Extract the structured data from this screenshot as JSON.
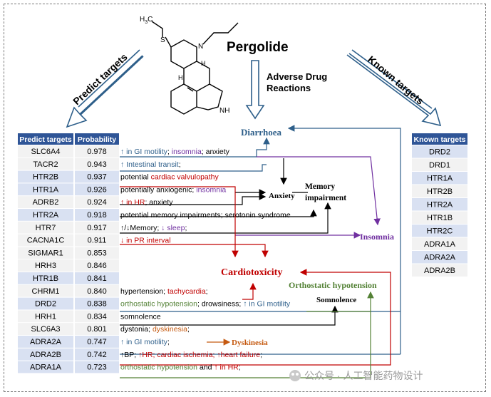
{
  "drug": {
    "name": "Pergolide",
    "formula_labels": {
      "h3c": "H",
      "h3c_sub": "3",
      "h3c_c": "C",
      "s": "S",
      "n": "N",
      "h": "H",
      "nh": "NH"
    }
  },
  "labels": {
    "predict_targets_arrow": "Predict targets",
    "known_targets_arrow": "Known targets",
    "adr_line1": "Adverse Drug",
    "adr_line2": "Reactions"
  },
  "predict_table": {
    "headers": [
      "Predict targets",
      "Probability"
    ],
    "rows": [
      {
        "target": "SLC6A4",
        "prob": "0.978",
        "shade": false
      },
      {
        "target": "TACR2",
        "prob": "0.943",
        "shade": false
      },
      {
        "target": "HTR2B",
        "prob": "0.937",
        "shade": true
      },
      {
        "target": "HTR1A",
        "prob": "0.926",
        "shade": true
      },
      {
        "target": "ADRB2",
        "prob": "0.924",
        "shade": false
      },
      {
        "target": "HTR2A",
        "prob": "0.918",
        "shade": true
      },
      {
        "target": "HTR7",
        "prob": "0.917",
        "shade": false
      },
      {
        "target": "CACNA1C",
        "prob": "0.911",
        "shade": false
      },
      {
        "target": "SIGMAR1",
        "prob": "0.853",
        "shade": false
      },
      {
        "target": "HRH3",
        "prob": "0.846",
        "shade": false
      },
      {
        "target": "HTR1B",
        "prob": "0.841",
        "shade": true
      },
      {
        "target": "CHRM1",
        "prob": "0.840",
        "shade": false
      },
      {
        "target": "DRD2",
        "prob": "0.838",
        "shade": true
      },
      {
        "target": "HRH1",
        "prob": "0.834",
        "shade": false
      },
      {
        "target": "SLC6A3",
        "prob": "0.801",
        "shade": false
      },
      {
        "target": "ADRA2A",
        "prob": "0.747",
        "shade": true
      },
      {
        "target": "ADRA2B",
        "prob": "0.742",
        "shade": true
      },
      {
        "target": "ADRA1A",
        "prob": "0.723",
        "shade": true
      }
    ]
  },
  "known_table": {
    "header": "Known targets",
    "rows": [
      "DRD2",
      "DRD1",
      "HTR1A",
      "HTR2B",
      "HTR2A",
      "HTR1B",
      "HTR2C",
      "ADRA1A",
      "ADRA2A",
      "ADRA2B"
    ]
  },
  "effects": {
    "diarrhoea": "Diarrhoea",
    "anxiety": "Anxiety",
    "memory_line1": "Memory",
    "memory_line2": "impairment",
    "insomnia": "Insomnia",
    "cardiotoxicity": "Cardiotoxicity",
    "orthostatic": "Orthostatic hypotension",
    "somnolence": "Somnolence",
    "dyskinesia": "Dyskinesia"
  },
  "annotations": [
    [
      {
        "t": "↑ in GI motility",
        "c": "blue"
      },
      {
        "t": ";  ",
        "c": "black"
      },
      {
        "t": "insomnia",
        "c": "purple"
      },
      {
        "t": "; anxiety",
        "c": "black"
      }
    ],
    [
      {
        "t": "↑ Intestinal transit",
        "c": "blue"
      },
      {
        "t": ";",
        "c": "black"
      }
    ],
    [
      {
        "t": "potential ",
        "c": "black"
      },
      {
        "t": "cardiac valvulopathy",
        "c": "red"
      }
    ],
    [
      {
        "t": "potentially anxiogenic; ",
        "c": "black"
      },
      {
        "t": "insomnia",
        "c": "purple"
      }
    ],
    [
      {
        "t": "↑ in HR",
        "c": "red"
      },
      {
        "t": "; anxiety",
        "c": "black"
      }
    ],
    [
      {
        "t": "potential memory impairments; serotonin syndrome",
        "c": "black"
      }
    ],
    [
      {
        "t": "↑/↓Memory; ",
        "c": "black"
      },
      {
        "t": "↓ sleep",
        "c": "purple"
      },
      {
        "t": ";",
        "c": "black"
      }
    ],
    [
      {
        "t": "↓ in PR interval",
        "c": "red"
      }
    ],
    [],
    [],
    [],
    [
      {
        "t": "hypertension; ",
        "c": "black"
      },
      {
        "t": "tachycardia",
        "c": "red"
      },
      {
        "t": ";",
        "c": "black"
      }
    ],
    [
      {
        "t": "orthostatic hypotension",
        "c": "green"
      },
      {
        "t": "; drowsiness; ",
        "c": "black"
      },
      {
        "t": "↑ in GI motility",
        "c": "blue"
      }
    ],
    [
      {
        "t": "somnolence",
        "c": "black"
      }
    ],
    [
      {
        "t": "dystonia; ",
        "c": "black"
      },
      {
        "t": "dyskinesia",
        "c": "orange"
      },
      {
        "t": ";",
        "c": "black"
      }
    ],
    [
      {
        "t": "↑ in GI motility",
        "c": "blue"
      },
      {
        "t": ";",
        "c": "black"
      }
    ],
    [
      {
        "t": "↑BP; ",
        "c": "black"
      },
      {
        "t": "↑HR; cardiac ischemia; ↑heart failure",
        "c": "red"
      },
      {
        "t": ";",
        "c": "black"
      }
    ],
    [
      {
        "t": "orthostatic hypotension",
        "c": "green"
      },
      {
        "t": " and ",
        "c": "black"
      },
      {
        "t": "↑ in HR",
        "c": "red"
      },
      {
        "t": ";",
        "c": "black"
      }
    ]
  ],
  "watermark": "公众号 · 人工智能药物设计",
  "colors": {
    "blue": "#2e5f8a",
    "purple": "#7030a0",
    "red": "#c00000",
    "green": "#538135",
    "orange": "#c55a11",
    "black": "#000000",
    "shade": "#d9e1f2",
    "plain": "#f2f2f2",
    "header_bg": "#2f5597"
  }
}
